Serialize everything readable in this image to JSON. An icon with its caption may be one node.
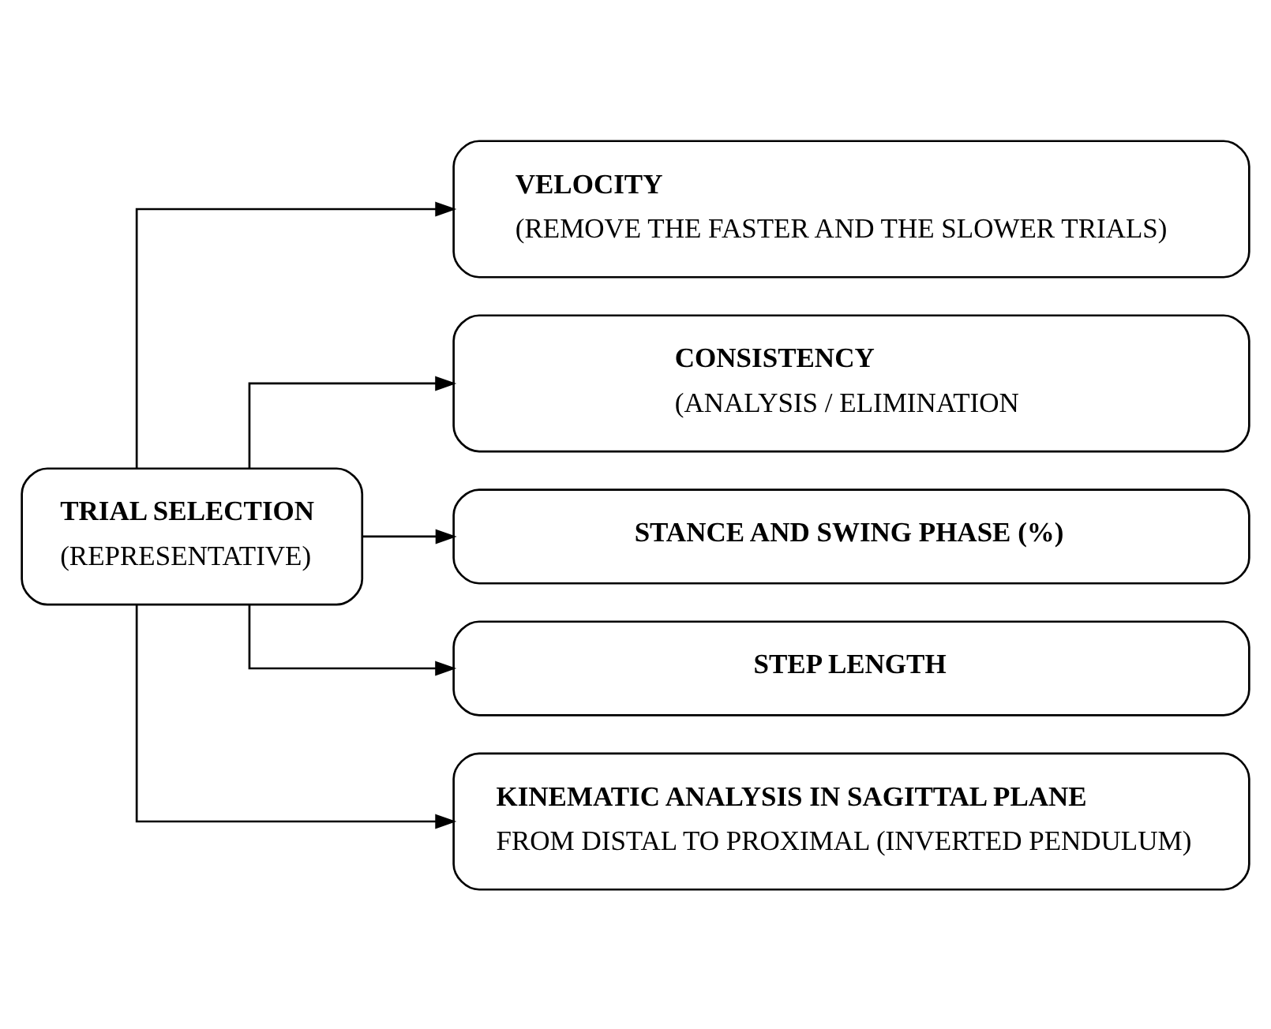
{
  "diagram": {
    "nodes": [
      {
        "text": [
          "TRIAL SELECTION",
          "(REPRESENTATIVE)"
        ]
      },
      {
        "text": [
          "VELOCITY",
          "(REMOVE THE FASTER AND THE SLOWER TRIALS)"
        ]
      },
      {
        "text": [
          "CONSISTENCY",
          "(ANALYSIS / ELIMINATION"
        ]
      },
      {
        "text": [
          "STANCE AND SWING PHASE (%)"
        ]
      },
      {
        "text": [
          "STEP LENGTH"
        ]
      },
      {
        "text": [
          "KINEMATIC ANALYSIS IN SAGITTAL PLANE",
          "FROM DISTAL TO PROXIMAL (INVERTED PENDULUM)"
        ]
      }
    ],
    "edges": [
      {
        "from": 0,
        "to": 1,
        "arrow": "to"
      },
      {
        "from": 0,
        "to": 2,
        "arrow": "to"
      },
      {
        "from": 0,
        "to": 3,
        "arrow": "to"
      },
      {
        "from": 0,
        "to": 4,
        "arrow": "to"
      },
      {
        "from": 0,
        "to": 5,
        "arrow": "to"
      }
    ]
  }
}
